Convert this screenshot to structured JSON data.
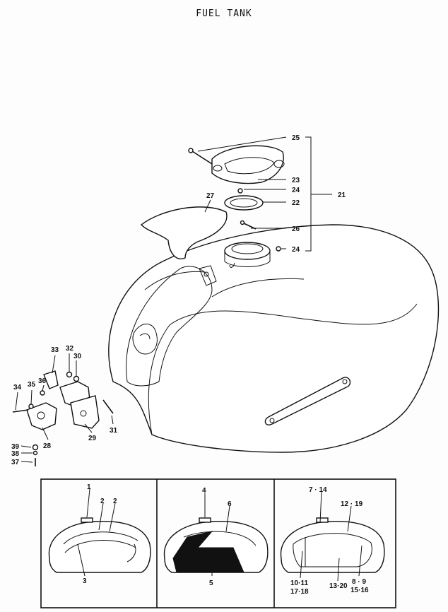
{
  "title": "FUEL TANK",
  "callouts": {
    "c25": "25",
    "c23": "23",
    "c24a": "24",
    "c21": "21",
    "c22": "22",
    "c27": "27",
    "c26": "26",
    "c24b": "24",
    "c33": "33",
    "c32": "32",
    "c30": "30",
    "c34": "34",
    "c35": "35",
    "c36": "36",
    "c28": "28",
    "c29": "29",
    "c31": "31",
    "c39": "39",
    "c38": "38",
    "c37": "37"
  },
  "panels": {
    "p1": {
      "a": "1",
      "b": "2",
      "c": "2",
      "d": "3"
    },
    "p2": {
      "a": "4",
      "b": "6",
      "c": "5"
    },
    "p3": {
      "a": "7 · 14",
      "b": "12 · 19",
      "c1": "10·11",
      "c2": "17·18",
      "d": "13·20",
      "e1": "8 · 9",
      "e2": "15·16"
    }
  },
  "colors": {
    "ink": "#111111",
    "paper": "#fdfdfd",
    "bleed": "#c8c8c8"
  }
}
